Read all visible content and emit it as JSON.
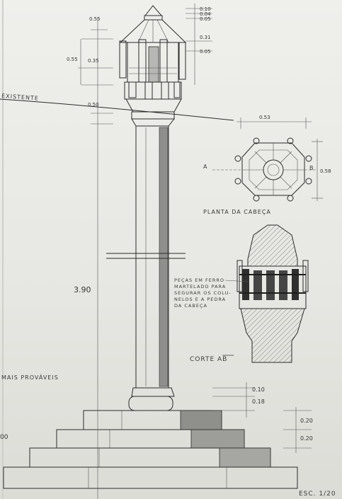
{
  "dimensions": {
    "top_stack": [
      "0.10",
      "0.04",
      "0.05"
    ],
    "d_031": "0.31",
    "d_005": "0.05",
    "d_055_top": "0.55",
    "d_055_left": "0.55",
    "d_035": "0.35",
    "d_050": "0.50",
    "height_total": "3.90",
    "plan_width": "0.53",
    "plan_height": "0.58",
    "base_010": "0.10",
    "base_018": "0.18",
    "step_020_a": "0.20",
    "step_020_b": "0.20",
    "left_edge": "00"
  },
  "labels": {
    "existente": "EXISTENTE",
    "planta": "PLANTA DA CABEÇA",
    "section_a": "A",
    "section_b": "B",
    "corte": "CORTE AB",
    "pecas_note": [
      "PEÇAS EM FERRO",
      "MARTELADO PARA",
      "SEGURAR OS COLU-",
      "NELOS E A PEDRA",
      "DA CABEÇA"
    ],
    "mais_provaveis": "MAIS PROVÁVEIS",
    "scale": "ESC. 1/20"
  },
  "colors": {
    "ink": "#2b2b2b",
    "paper": "#ececE8",
    "shade": "#8f8f8c",
    "hatch": "#9a9a96"
  }
}
